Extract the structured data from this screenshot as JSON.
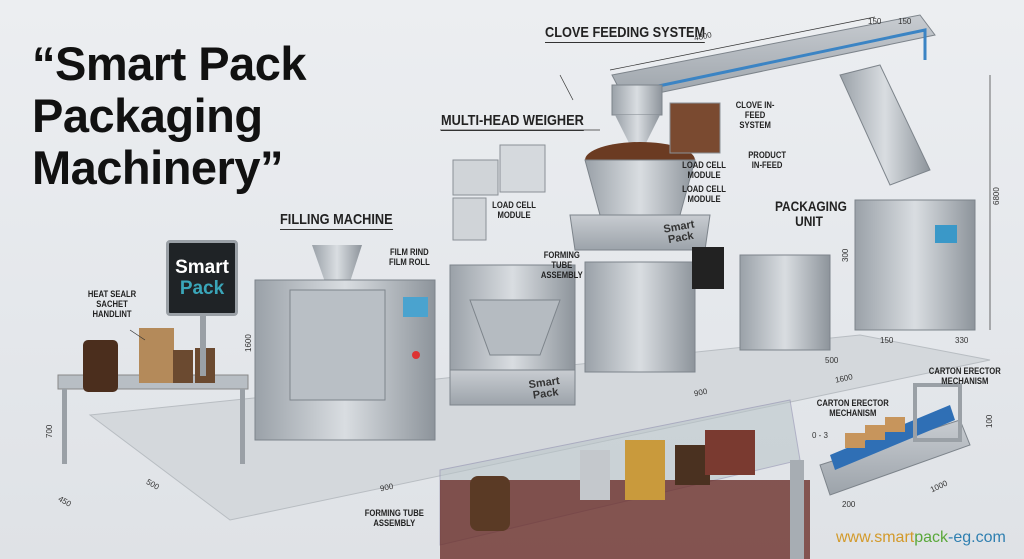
{
  "title": {
    "line1": "“Smart Pack",
    "line2": "Packaging",
    "line3": "Machinery”"
  },
  "labels": {
    "clove_feeding_system": "CLOVE FEEDING SYSTEM",
    "multi_head_weigher": "MULTI-HEAD WEIGHER",
    "load_cell_module_1": "LOAD CELL MODULE",
    "load_cell_module_2": "LOAD CELL MODULE",
    "load_cell_module_3": "LOAD CELL MODULE",
    "clove_in_feed_system": "CLOVE IN-FEED SYSTEM",
    "product_in_feed": "PRODUCT IN-FEED",
    "packaging_unit": "PACKAGING UNIT",
    "filling_machine": "FILLING MACHINE",
    "film_roll": "FILM RIND FILM ROLL",
    "heat_sealer": "HEAT SEALR SACHET HANDLINT",
    "forming_tube_upper": "FORMING TUBE ASSEMBLY",
    "forming_tube_lower": "FORMING TUBE ASSEMBLY",
    "carton_erector_1": "CARTON ERECTOR MECHANISM",
    "carton_erector_2": "CARTON ERECTOR MECHANISM"
  },
  "sign": {
    "line1": "Smart",
    "line2": "Pack"
  },
  "brand": {
    "weigher": "Smart Pack",
    "base": "Smart Pack"
  },
  "dimensions": {
    "d4800": "4800",
    "d150a": "150",
    "d150b": "150",
    "d6800": "6800",
    "d300": "300",
    "d150c": "150",
    "d330": "330",
    "d500a": "500",
    "d1600a": "1600",
    "d1600b": "1600",
    "d700": "700",
    "d450": "450",
    "d500b": "500",
    "d900a": "900",
    "d900b": "900",
    "d0_3": "0 - 3",
    "d100": "100",
    "d200": "200",
    "d1000": "1000"
  },
  "url": {
    "part1": "www.smart",
    "part2": "pack",
    "part3": "-eg.com"
  },
  "colors": {
    "url1": "#d39a2b",
    "url2": "#5aa83a",
    "url3": "#2f7fb0",
    "accent": "#3aa6b9"
  }
}
